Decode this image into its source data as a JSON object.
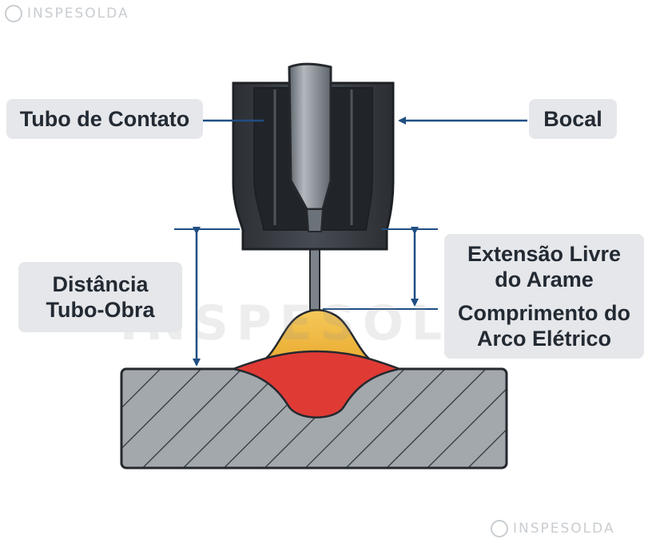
{
  "watermark": {
    "text": "INSPESOLDA"
  },
  "labels": {
    "tubo_de_contato": "Tubo de Contato",
    "bocal": "Bocal",
    "distancia_tubo_obra": "Distância Tubo-Obra",
    "extensao_livre": "Extensão Livre do Arame",
    "comprimento_arco": "Comprimento do Arco Elétrico"
  },
  "colors": {
    "nozzle": "#373b41",
    "contact_tube": "#8a9097",
    "workpiece": "#a3a8ad",
    "weld_pool": "#e03a35",
    "arc": "#f0b83c",
    "arrow": "#1f4e82",
    "label_bg": "#e5e7ea"
  }
}
